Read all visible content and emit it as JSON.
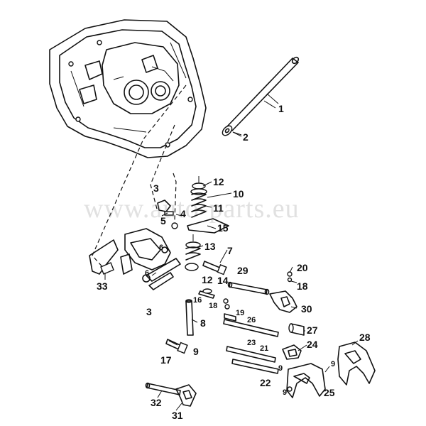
{
  "watermark": "www.auto-parts.eu",
  "callouts": {
    "c1": "1",
    "c2": "2",
    "c3a": "3",
    "c3b": "3",
    "c4": "4",
    "c5": "5",
    "c6a": "6",
    "c6b": "6",
    "c7": "7",
    "c8": "8",
    "c9a": "9",
    "c9b": "9",
    "c9c": "9",
    "c9d": "9",
    "c10": "10",
    "c11": "11",
    "c12a": "12",
    "c12b": "12",
    "c13": "13",
    "c14": "14",
    "c15": "15",
    "c16": "16",
    "c17": "17",
    "c18a": "18",
    "c18b": "18",
    "c19": "19",
    "c20": "20",
    "c21": "21",
    "c22": "22",
    "c23": "23",
    "c24": "24",
    "c25": "25",
    "c26": "26",
    "c27": "27",
    "c28": "28",
    "c29": "29",
    "c30": "30",
    "c31": "31",
    "c32": "32",
    "c33": "33"
  }
}
